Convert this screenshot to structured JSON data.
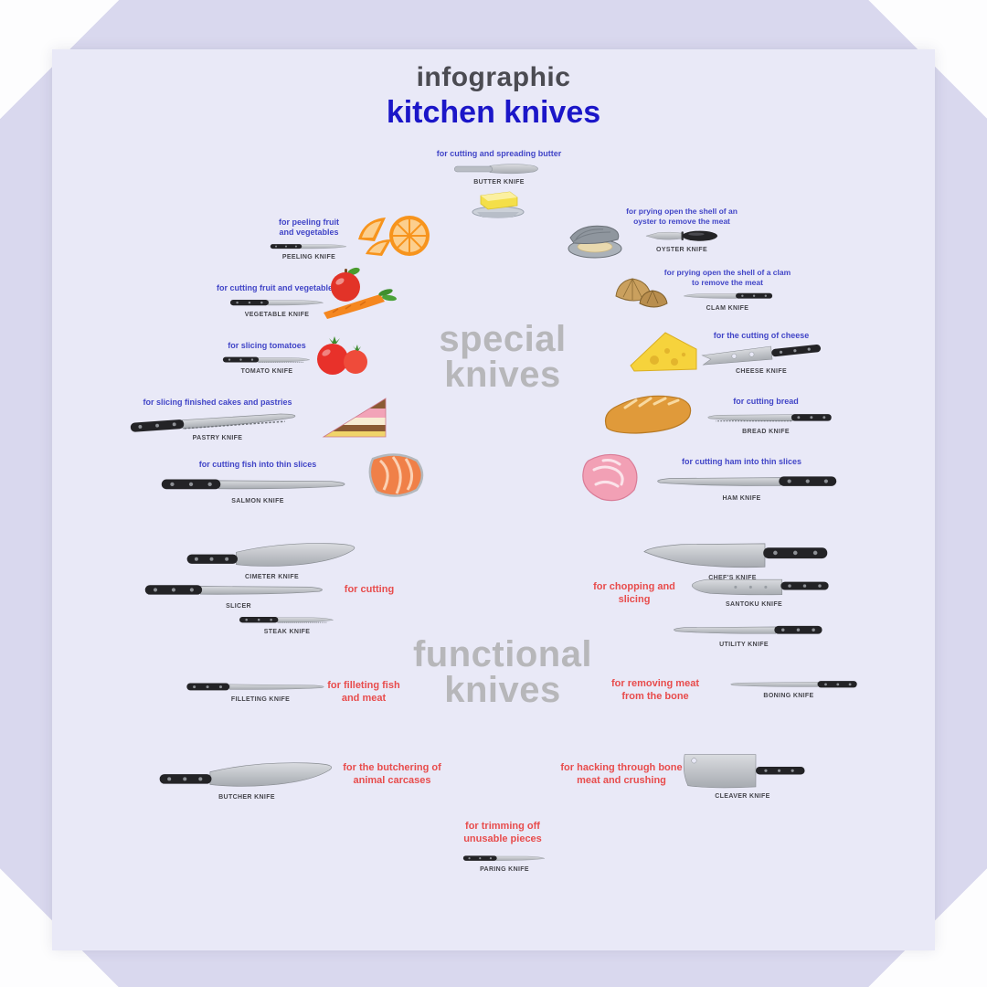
{
  "header": {
    "kicker": "infographic",
    "title": "kitchen knives"
  },
  "watermarks": {
    "special_1": "special",
    "special_2": "knives",
    "functional_1": "functional",
    "functional_2": "knives"
  },
  "colors": {
    "title_blue": "#1b16c8",
    "desc_blue": "#4145c7",
    "desc_red": "#e84c4c",
    "watermark_gray": "#b7b7ba",
    "poster_bg": "#e9e9f7"
  },
  "groups": {
    "cutting": "for cutting",
    "chopping": "for chopping and slicing"
  },
  "knives": {
    "butter": {
      "desc": "for cutting and spreading butter",
      "label": "BUTTER KNIFE"
    },
    "peeling": {
      "desc": "for peeling fruit and vegetables",
      "label": "PEELING KNIFE"
    },
    "oyster": {
      "desc": "for prying open the shell of an oyster to remove the meat",
      "label": "OYSTER KNIFE"
    },
    "vegetable": {
      "desc": "for cutting fruit and vegetables",
      "label": "VEGETABLE KNIFE"
    },
    "clam": {
      "desc": "for prying open the shell of a clam to remove the meat",
      "label": "CLAM KNIFE"
    },
    "tomato": {
      "desc": "for slicing tomatoes",
      "label": "TOMATO KNIFE"
    },
    "cheese": {
      "desc": "for the cutting of cheese",
      "label": "CHEESE KNIFE"
    },
    "pastry": {
      "desc": "for slicing finished cakes and pastries",
      "label": "PASTRY KNIFE"
    },
    "bread": {
      "desc": "for cutting bread",
      "label": "BREAD KNIFE"
    },
    "salmon": {
      "desc": "for cutting fish into thin slices",
      "label": "SALMON KNIFE"
    },
    "ham": {
      "desc": "for cutting ham into thin slices",
      "label": "HAM KNIFE"
    },
    "cimeter": {
      "label": "CIMETER KNIFE"
    },
    "slicer": {
      "label": "SLICER"
    },
    "steak": {
      "label": "STEAK KNIFE"
    },
    "chefs": {
      "label": "CHEF'S KNIFE"
    },
    "santoku": {
      "label": "SANTOKU KNIFE"
    },
    "utility": {
      "label": "UTILITY KNIFE"
    },
    "filleting": {
      "desc": "for filleting fish and meat",
      "label": "FILLETING KNIFE"
    },
    "boning": {
      "desc": "for removing meat from the bone",
      "label": "BONING KNIFE"
    },
    "butcher": {
      "desc": "for the butchering of animal carcases",
      "label": "BUTCHER KNIFE"
    },
    "cleaver": {
      "desc": "for hacking through bone meat and crushing",
      "label": "CLEAVER KNIFE"
    },
    "paring": {
      "desc": "for trimming off unusable pieces",
      "label": "PARING KNIFE"
    }
  }
}
